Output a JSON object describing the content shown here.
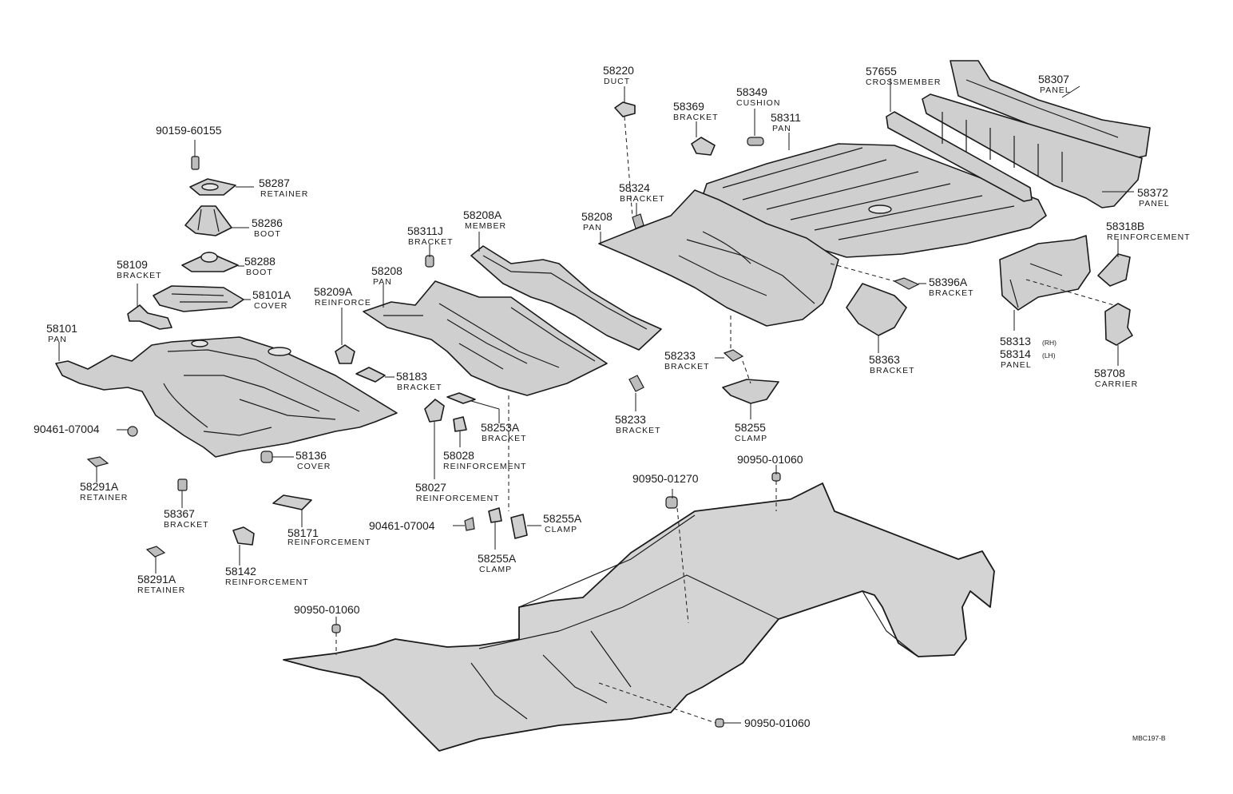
{
  "diagram_code": "MBC197-B",
  "labels": [
    {
      "id": "l1",
      "num": "90159-60155",
      "name": ""
    },
    {
      "id": "l2",
      "num": "58287",
      "name": "RETAINER"
    },
    {
      "id": "l3",
      "num": "58286",
      "name": "BOOT"
    },
    {
      "id": "l4",
      "num": "58288",
      "name": "BOOT"
    },
    {
      "id": "l5",
      "num": "58109",
      "name": "BRACKET"
    },
    {
      "id": "l6",
      "num": "58101A",
      "name": "COVER"
    },
    {
      "id": "l7",
      "num": "58101",
      "name": "PAN"
    },
    {
      "id": "l8",
      "num": "58209A",
      "name": "REINFORCE"
    },
    {
      "id": "l9",
      "num": "58208",
      "name": "PAN"
    },
    {
      "id": "l10",
      "num": "58311J",
      "name": "BRACKET"
    },
    {
      "id": "l11",
      "num": "58208A",
      "name": "MEMBER"
    },
    {
      "id": "l12",
      "num": "58183",
      "name": "BRACKET"
    },
    {
      "id": "l13",
      "num": "90461-07004",
      "name": ""
    },
    {
      "id": "l14",
      "num": "58136",
      "name": "COVER"
    },
    {
      "id": "l15",
      "num": "58291A",
      "name": "RETAINER"
    },
    {
      "id": "l16",
      "num": "58367",
      "name": "BRACKET"
    },
    {
      "id": "l17",
      "num": "58171",
      "name": "REINFORCEMENT"
    },
    {
      "id": "l18",
      "num": "58291A",
      "name": "RETAINER"
    },
    {
      "id": "l19",
      "num": "58142",
      "name": "REINFORCEMENT"
    },
    {
      "id": "l20",
      "num": "58253A",
      "name": "BRACKET"
    },
    {
      "id": "l21",
      "num": "58028",
      "name": "REINFORCEMENT"
    },
    {
      "id": "l22",
      "num": "58027",
      "name": "REINFORCEMENT"
    },
    {
      "id": "l23",
      "num": "90461-07004",
      "name": ""
    },
    {
      "id": "l24",
      "num": "58255A",
      "name": "CLAMP"
    },
    {
      "id": "l25",
      "num": "58255A",
      "name": "CLAMP"
    },
    {
      "id": "l26",
      "num": "58220",
      "name": "DUCT"
    },
    {
      "id": "l27",
      "num": "58369",
      "name": "BRACKET"
    },
    {
      "id": "l28",
      "num": "58349",
      "name": "CUSHION"
    },
    {
      "id": "l29",
      "num": "58311",
      "name": "PAN"
    },
    {
      "id": "l30",
      "num": "58324",
      "name": "BRACKET"
    },
    {
      "id": "l31",
      "num": "58208",
      "name": "PAN"
    },
    {
      "id": "l32",
      "num": "58233",
      "name": "BRACKET"
    },
    {
      "id": "l33",
      "num": "58233",
      "name": "BRACKET"
    },
    {
      "id": "l34",
      "num": "58255",
      "name": "CLAMP"
    },
    {
      "id": "l35",
      "num": "90950-01060",
      "name": ""
    },
    {
      "id": "l36",
      "num": "90950-01270",
      "name": ""
    },
    {
      "id": "l37",
      "num": "90950-01060",
      "name": ""
    },
    {
      "id": "l38",
      "num": "90950-01060",
      "name": ""
    },
    {
      "id": "l39",
      "num": "57655",
      "name": "CROSSMEMBER"
    },
    {
      "id": "l40",
      "num": "58307",
      "name": "PANEL"
    },
    {
      "id": "l41",
      "num": "58372",
      "name": "PANEL"
    },
    {
      "id": "l42",
      "num": "58318B",
      "name": "REINFORCEMENT"
    },
    {
      "id": "l43",
      "num": "58396A",
      "name": "BRACKET"
    },
    {
      "id": "l44",
      "num": "58363",
      "name": "BRACKET"
    },
    {
      "id": "l45",
      "num": "58708",
      "name": "CARRIER"
    }
  ],
  "panel_label": {
    "num_rh": "58313",
    "suffix_rh": "(RH)",
    "num_lh": "58314",
    "suffix_lh": "(LH)",
    "name": "PANEL"
  }
}
